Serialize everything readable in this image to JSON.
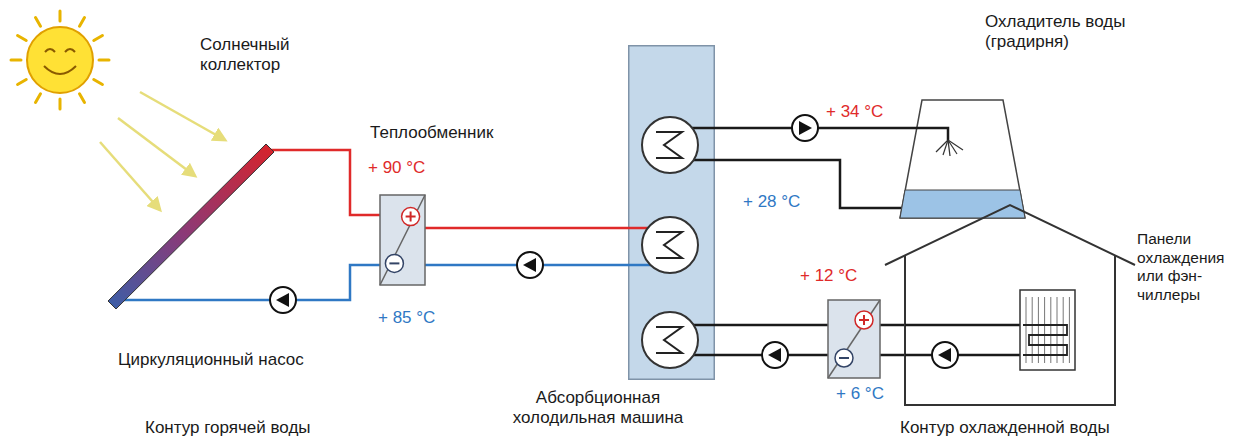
{
  "diagram": {
    "nodes": [
      {
        "text": [
          "Солнечный коллектор"
        ]
      },
      {
        "text": [
          "Теплообменник"
        ]
      },
      {
        "text": [
          "Абсорбционная холодильная машина"
        ]
      },
      {
        "text": [
          "Охладитель воды (градирня)"
        ]
      },
      {
        "text": [
          "Панели охлаждения или фэн-чиллеры"
        ]
      }
    ],
    "edges": [
      {
        "from": 0,
        "to": 1,
        "arrow": "none"
      },
      {
        "from": 1,
        "to": 2,
        "arrow": "none"
      },
      {
        "from": 2,
        "to": 3,
        "arrow": "none"
      },
      {
        "from": 2,
        "to": 4,
        "arrow": "none"
      }
    ],
    "labels": [
      "+ 90 °C",
      "+ 85 °C",
      "Циркуляционный насос",
      "Контур горячей воды",
      "+ 34 °C",
      "+ 28 °C",
      "+ 12 °C",
      "+ 6 °C",
      "Контур охлажденной воды"
    ]
  }
}
